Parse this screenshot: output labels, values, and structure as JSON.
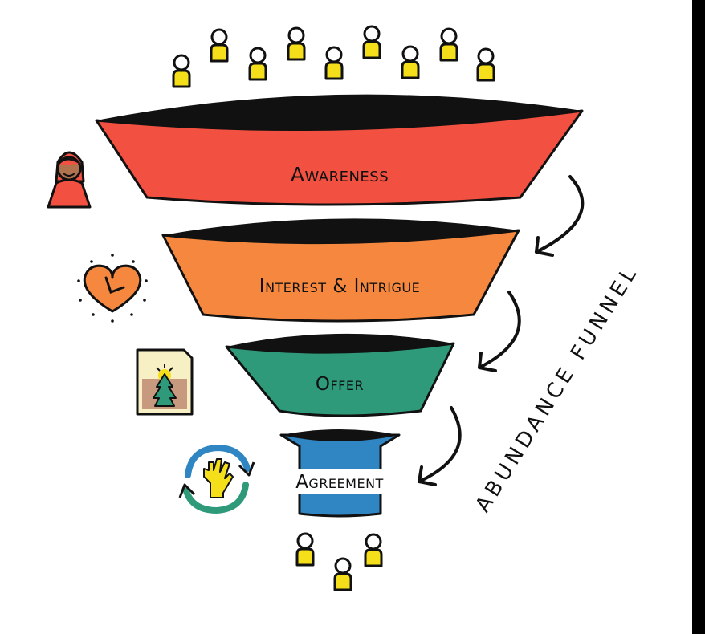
{
  "title": "ABUNDANCE FUNNEL",
  "stages": [
    {
      "label": "Awareness",
      "color": "#f25040"
    },
    {
      "label": "Interest & Intrigue",
      "color": "#f5883e"
    },
    {
      "label": "Offer",
      "color": "#2e9a7a"
    },
    {
      "label": "Agreement",
      "color": "#2f86c2"
    }
  ],
  "colors": {
    "person": "#f5df1a",
    "outline": "#111111",
    "heart": "#f5883e",
    "person_red": "#f25040",
    "cycle_blue": "#2f86c2",
    "cycle_green": "#2e9a7a"
  },
  "icons": [
    "woman-icon",
    "heart-clock-icon",
    "document-tree-icon",
    "cycle-hand-icon"
  ],
  "people_top_count": 9,
  "people_bottom_count": 3
}
